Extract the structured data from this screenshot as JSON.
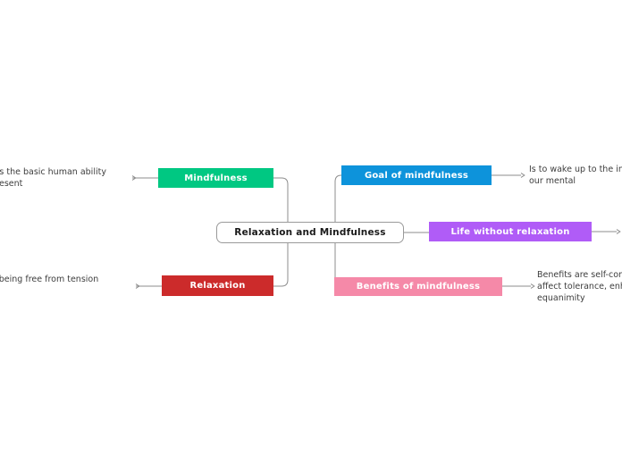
{
  "diagram": {
    "type": "mind-map",
    "root": {
      "label": "Relaxation and Mindfulness",
      "background": "#ffffff",
      "border_color": "#9a9a9a",
      "text_color": "#1a1a1a"
    },
    "branches": [
      {
        "id": "mindfulness",
        "label": "Mindfulness",
        "color": "#00c882",
        "text_color": "#ffffff",
        "side": "left",
        "detail": "ess is the basic human ability\nly present"
      },
      {
        "id": "relaxation",
        "label": "Relaxation",
        "color": "#cc2b2b",
        "text_color": "#ffffff",
        "side": "left",
        "detail": "te of being free from tension\nxiety"
      },
      {
        "id": "goal-of-mindfulness",
        "label": "Goal of mindfulness",
        "color": "#0d93db",
        "text_color": "#ffffff",
        "side": "right",
        "detail": "Is to wake up to the inn\nour mental"
      },
      {
        "id": "life-without-relaxation",
        "label": "Life without relaxation",
        "color": "#b05cf7",
        "text_color": "#ffffff",
        "side": "right",
        "detail": ""
      },
      {
        "id": "benefits-of-mindfulness",
        "label": "Benefits of mindfulness",
        "color": "#f589a8",
        "text_color": "#ffffff",
        "side": "right",
        "detail": "Benefits are self-cont\naffect tolerance, enha\nequanimity"
      }
    ],
    "connector_color": "#8c8c8c"
  }
}
